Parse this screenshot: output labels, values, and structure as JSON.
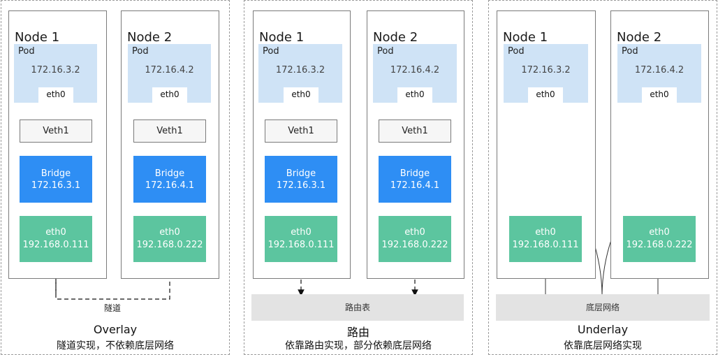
{
  "panels": [
    {
      "name": "Overlay",
      "subtitle": "隧道实现，不依赖底层网络",
      "link_label": "隧道",
      "nodes": [
        {
          "title": "Node 1",
          "pod_label": "Pod",
          "pod_ip": "172.16.3.2",
          "pod_eth": "eth0",
          "veth": "Veth1",
          "bridge_name": "Bridge",
          "bridge_ip": "172.16.3.1",
          "nic_name": "eth0",
          "nic_ip": "192.168.0.111"
        },
        {
          "title": "Node 2",
          "pod_label": "Pod",
          "pod_ip": "172.16.4.2",
          "pod_eth": "eth0",
          "veth": "Veth1",
          "bridge_name": "Bridge",
          "bridge_ip": "172.16.4.1",
          "nic_name": "eth0",
          "nic_ip": "192.168.0.222"
        }
      ]
    },
    {
      "name": "路由",
      "subtitle": "依靠路由实现，部分依赖底层网络",
      "link_label": "路由表",
      "nodes": [
        {
          "title": "Node 1",
          "pod_label": "Pod",
          "pod_ip": "172.16.3.2",
          "pod_eth": "eth0",
          "veth": "Veth1",
          "bridge_name": "Bridge",
          "bridge_ip": "172.16.3.1",
          "nic_name": "eth0",
          "nic_ip": "192.168.0.111"
        },
        {
          "title": "Node 2",
          "pod_label": "Pod",
          "pod_ip": "172.16.4.2",
          "pod_eth": "eth0",
          "veth": "Veth1",
          "bridge_name": "Bridge",
          "bridge_ip": "172.16.4.1",
          "nic_name": "eth0",
          "nic_ip": "192.168.0.222"
        }
      ]
    },
    {
      "name": "Underlay",
      "subtitle": "依靠底层网络实现",
      "link_label": "底层网络",
      "nodes": [
        {
          "title": "Node 1",
          "pod_label": "Pod",
          "pod_ip": "172.16.3.2",
          "pod_eth": "eth0",
          "nic_name": "eth0",
          "nic_ip": "192.168.0.111"
        },
        {
          "title": "Node 2",
          "pod_label": "Pod",
          "pod_ip": "172.16.4.2",
          "pod_eth": "eth0",
          "nic_name": "eth0",
          "nic_ip": "192.168.0.222"
        }
      ]
    }
  ],
  "colors": {
    "pod": "#cfe3f6",
    "bridge": "#2e8ef4",
    "nic": "#5cc59f",
    "bar": "#e3e3e3"
  }
}
